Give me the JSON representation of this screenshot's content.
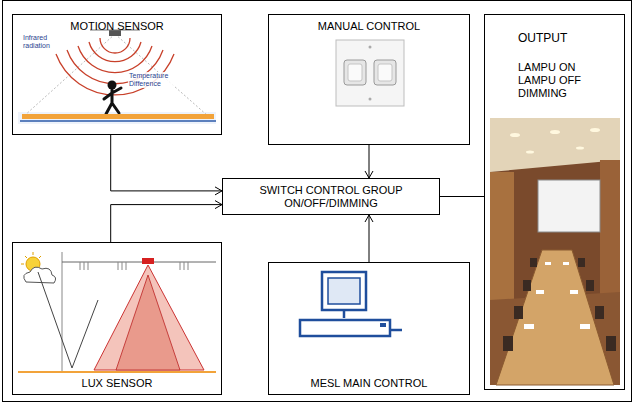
{
  "diagram": {
    "nodes": [
      {
        "text": [
          "MOTION SENSOR"
        ]
      },
      {
        "text": [
          "MANUAL CONTROL"
        ]
      },
      {
        "text": [
          "OUTPUT",
          "LAMPU ON",
          "LAMPU OFF",
          "DIMMING"
        ]
      },
      {
        "text": [
          "SWITCH CONTROL GROUP ON/OFF/DIMMING"
        ]
      },
      {
        "text": [
          "LUX SENSOR"
        ]
      },
      {
        "text": [
          "MESL MAIN CONTROL"
        ]
      }
    ],
    "edges": [
      {
        "from": 0,
        "to": 3,
        "arrow": "to"
      },
      {
        "from": 4,
        "to": 3,
        "arrow": "to"
      },
      {
        "from": 1,
        "to": 3,
        "arrow": "to"
      },
      {
        "from": 5,
        "to": 3,
        "arrow": "to"
      },
      {
        "from": 3,
        "to": 2,
        "arrow": "none"
      }
    ],
    "labels": [
      "Infrared radiation",
      "Temperature Difference"
    ]
  }
}
